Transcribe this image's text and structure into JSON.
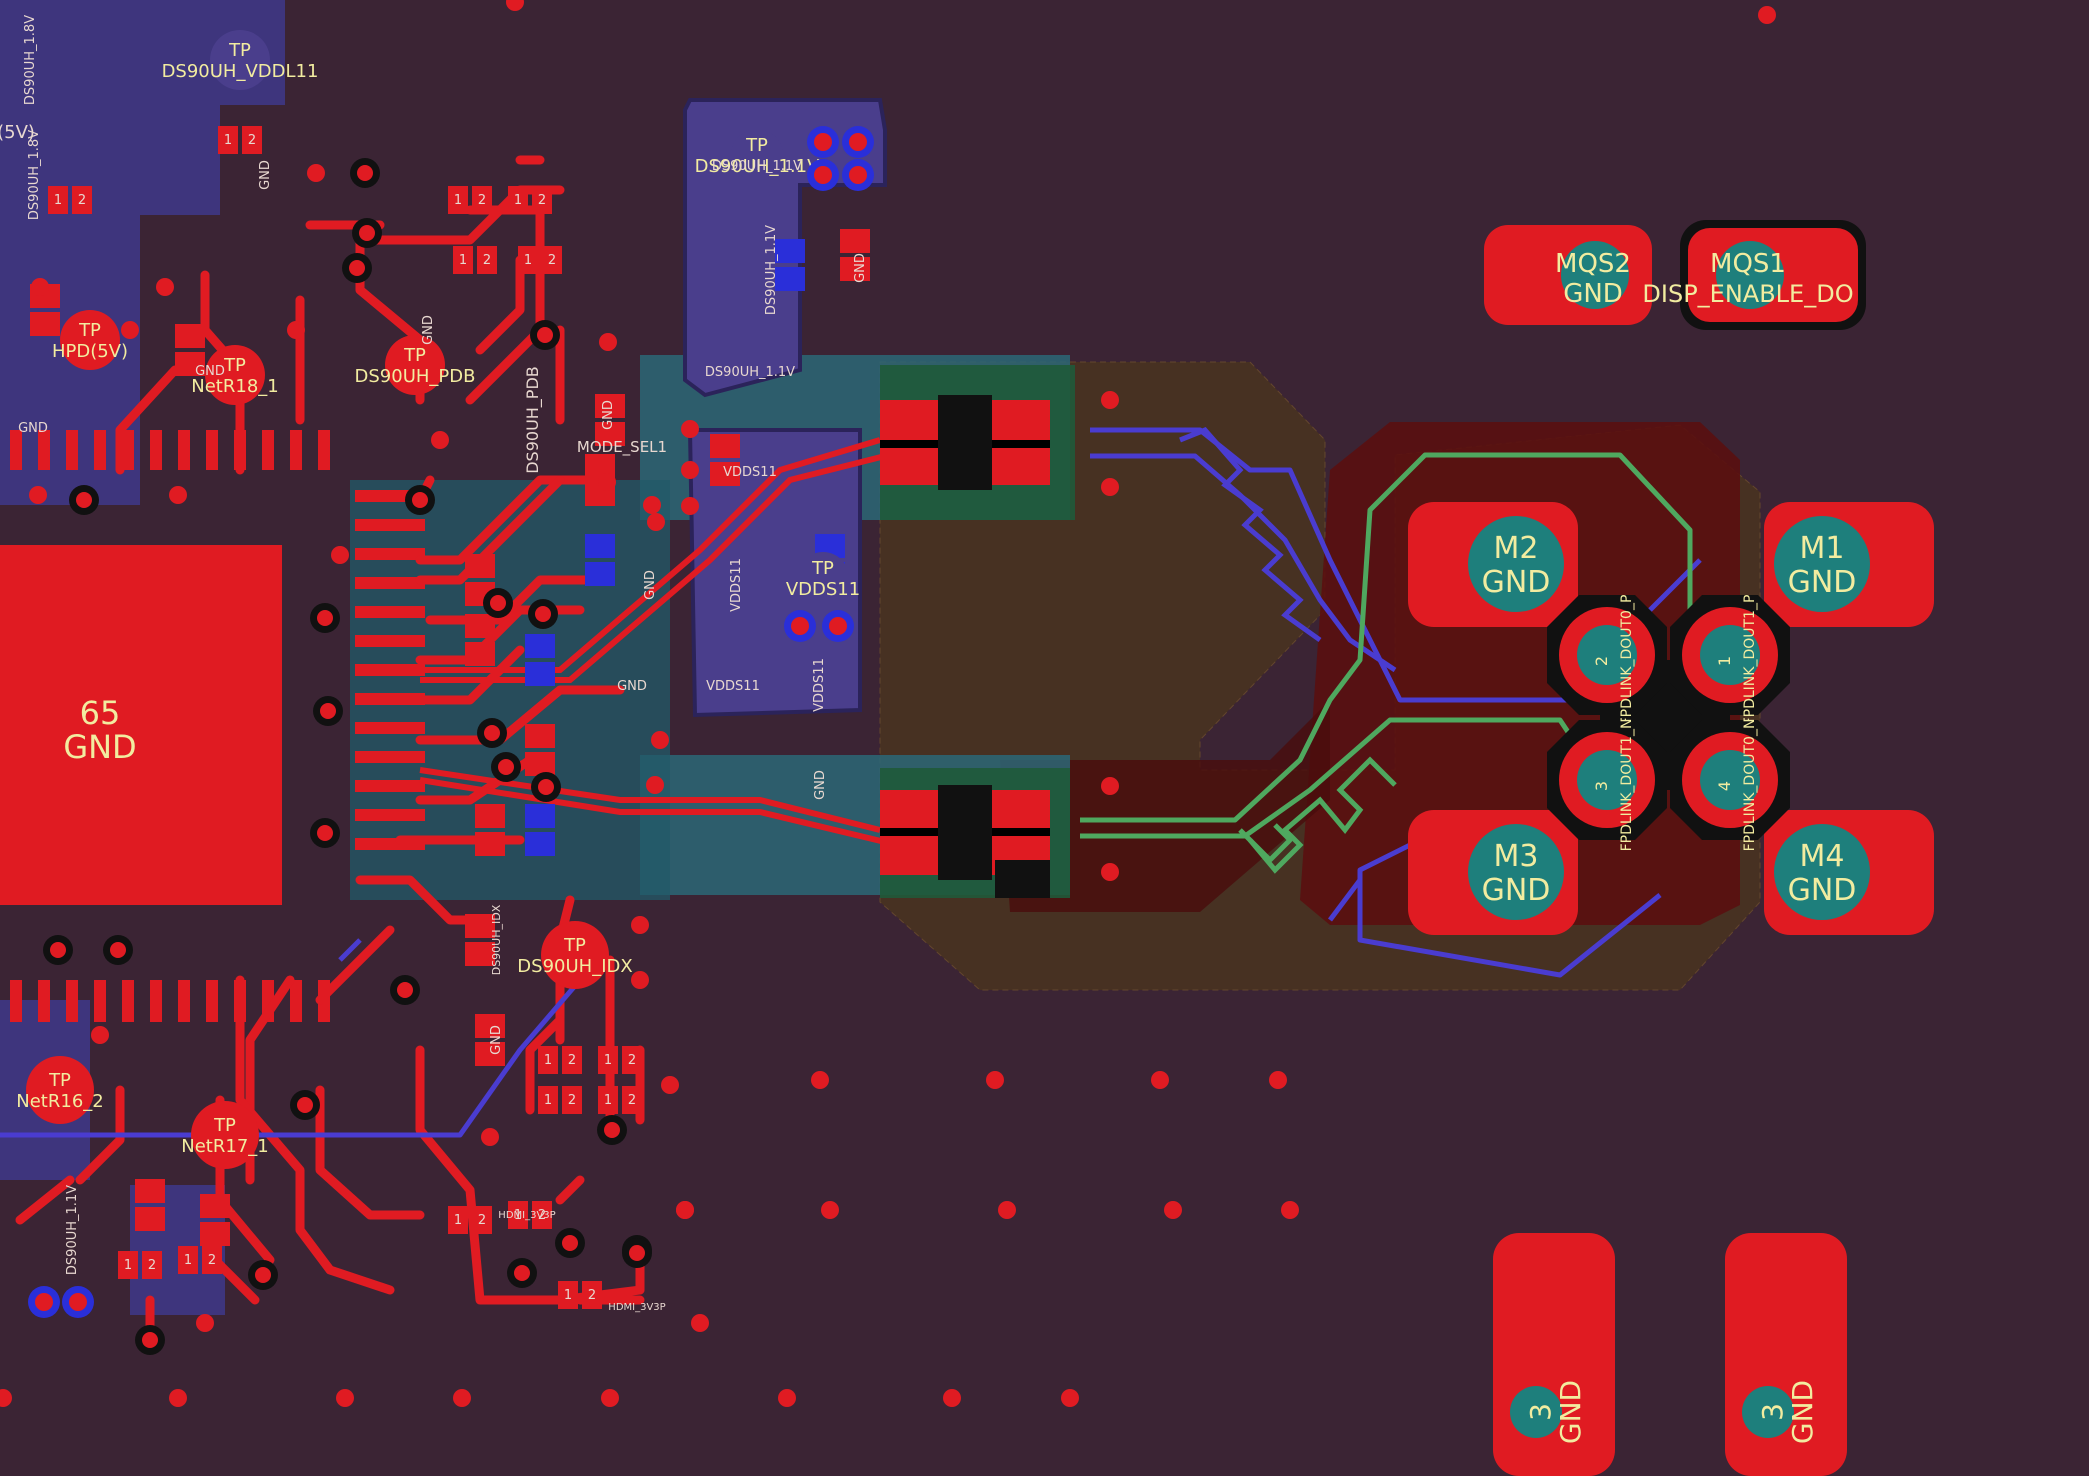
{
  "colors": {
    "background": "#3b2434",
    "copper_top": "#e01b22",
    "copper_bottom": "#2a2fd9",
    "pad_teal": "#1e7f7c",
    "soldermask_area": "#2b6777",
    "keepout_brown": "#4a3420",
    "route_green": "#4fa85f",
    "route_purple": "#4a3cd0",
    "label_text": "#f2eca0"
  },
  "big_pad": {
    "number": "65",
    "net": "GND"
  },
  "connector_pins": [
    {
      "number": "M2",
      "net": "GND"
    },
    {
      "number": "M1",
      "net": "GND"
    },
    {
      "number": "M3",
      "net": "GND"
    },
    {
      "number": "M4",
      "net": "GND"
    },
    {
      "number": "3",
      "net": "GND"
    },
    {
      "number": "3",
      "net": "GND"
    }
  ],
  "shield_pads": [
    {
      "number": "MQS2",
      "net": "GND"
    },
    {
      "number": "MQS1",
      "net": "DISP_ENABLE_DO"
    }
  ],
  "diff_pins": [
    {
      "number": "2",
      "net": "FPDLINK_DOUT0_P"
    },
    {
      "number": "1",
      "net": "FPDLINK_DOUT1_P"
    },
    {
      "number": "3",
      "net": "FPDLINK_DOUT1_N"
    },
    {
      "number": "4",
      "net": "FPDLINK_DOUT0_N"
    }
  ],
  "test_points": [
    {
      "tp": "TP",
      "net": "HPD(5V)"
    },
    {
      "tp": "TP",
      "net": "NetR18_1"
    },
    {
      "tp": "TP",
      "net": "DS90UH_PDB"
    },
    {
      "tp": "TP",
      "net": "DS90UH_1.1V"
    },
    {
      "tp": "TP",
      "net": "VDDS11"
    },
    {
      "tp": "TP",
      "net": "DS90UH_IDX"
    },
    {
      "tp": "TP",
      "net": "NetR16_2"
    },
    {
      "tp": "TP",
      "net": "NetR17_1"
    },
    {
      "tp": "TP",
      "net": "DS90UH_VDDL11"
    }
  ],
  "misc_labels": {
    "ds90uh_1v8": "DS90UH_1.8V",
    "five_v": "(5V)",
    "ds90uh_1v1_a": "DS90UH_1.1V",
    "ds90uh_1v1_b": "DS90UH_1.1V",
    "ds90uh_1v1_c": "DS90UH_1.1V",
    "vdds11_a": "VDDS11",
    "vdds11_b": "VDDS11",
    "vdds11_c": "VDDS11",
    "vdds11_d": "VDDS11",
    "pdb_pad": "DS90UH_PDB",
    "mode_sel": "MODE_SEL1",
    "gnd": "GND",
    "one": "1",
    "two": "2",
    "hdmi_3v3p": "HDMI_3V3P",
    "idx": "DS90UH_IDX"
  }
}
